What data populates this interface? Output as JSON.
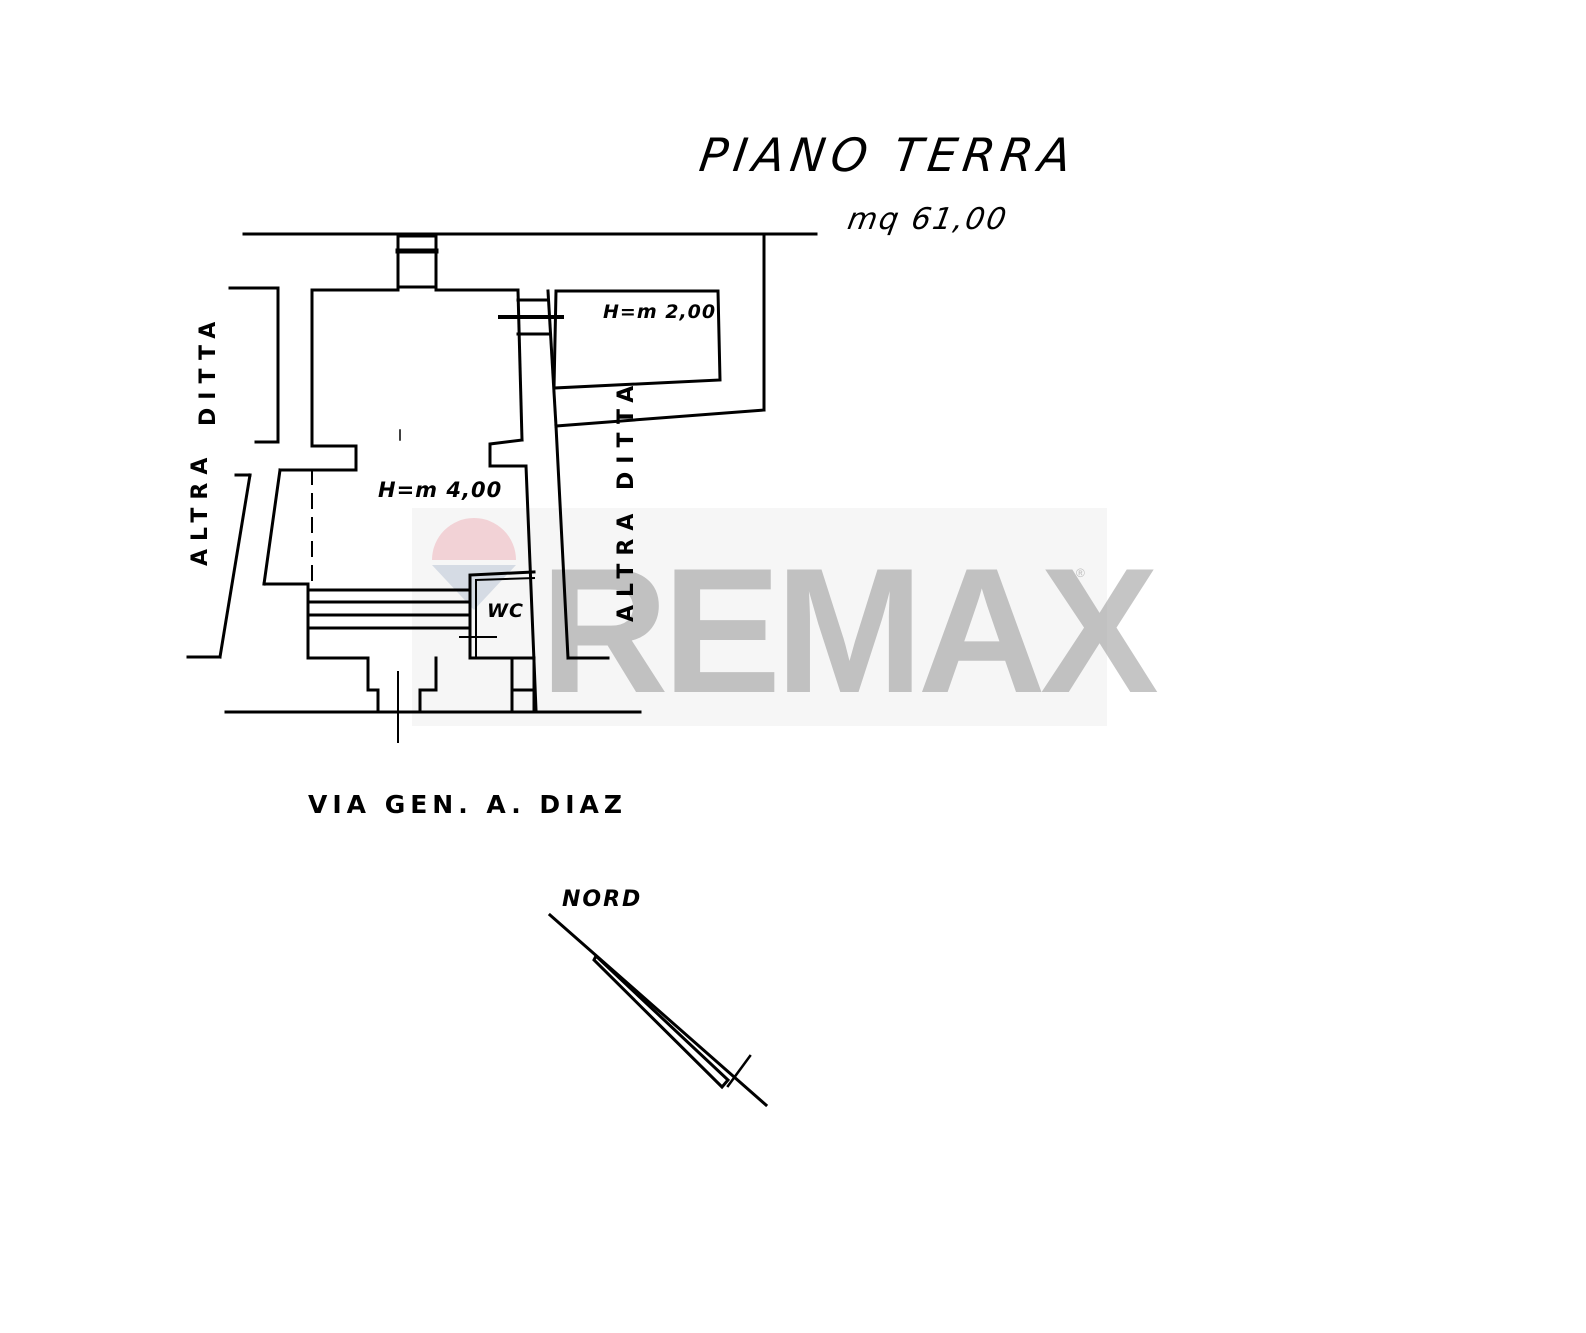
{
  "plan": {
    "title": "PIANO TERRA",
    "area": "mq 61,00",
    "rooms": [
      {
        "name": "main-room",
        "height_label": "H=m 4,00"
      },
      {
        "name": "storage-room",
        "height_label": "H=m 2,00"
      },
      {
        "name": "bathroom",
        "label": "WC"
      }
    ],
    "neighbors": {
      "left_upper": "DITTA",
      "left_lower": "ALTRA",
      "right": "ALTRA DITTA"
    },
    "street": "VIA GEN. A. DIAZ",
    "north_label": "NORD"
  },
  "watermark": {
    "brand": "RE/MAX",
    "text": "REMAX",
    "registered": "®",
    "colors": {
      "red": "#e8c5c9",
      "blue": "#c8d0dc",
      "gray": "#9a9a9a"
    }
  },
  "colors": {
    "ink": "#000000",
    "paper": "#ffffff"
  }
}
